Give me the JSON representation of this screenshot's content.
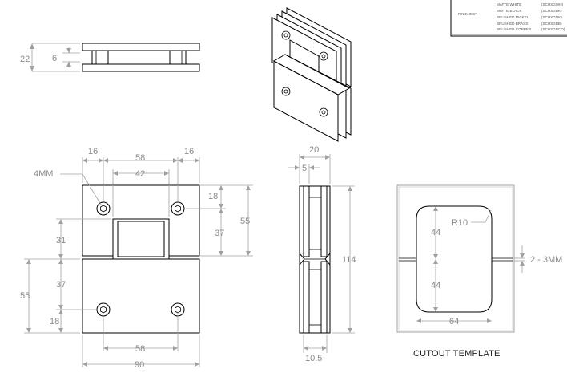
{
  "title_block": {
    "finishes_label": "FINISHES*:",
    "finishes": [
      {
        "name": "MATTE WHITE",
        "code": "(SCHSGWH)"
      },
      {
        "name": "MATTE BLACK",
        "code": "(SCHSGBK)"
      },
      {
        "name": "BRUSHED NICKEL",
        "code": "(SCHSGNK)"
      },
      {
        "name": "BRUSHED BRASS",
        "code": "(SCHSGBB)"
      },
      {
        "name": "BRUSHED COPPER",
        "code": "(SCHSGBCO)"
      }
    ]
  },
  "top_view": {
    "dim_total": "22",
    "dim_gap": "6"
  },
  "front_view": {
    "dim_left": "16",
    "dim_center": "58",
    "dim_right": "16",
    "dim_cutout": "42",
    "screw_label": "4MM",
    "dim_hole_top": "18",
    "dim_upper_total": "55",
    "dim_upper_lower": "37",
    "dim_knuckle": "31",
    "dim_lower_upper": "37",
    "dim_lower_total": "55",
    "dim_hole_bottom": "18",
    "dim_bottom_holes": "58",
    "dim_width": "90"
  },
  "side_view": {
    "dim_depth": "20",
    "dim_plate": "5",
    "dim_height": "114",
    "dim_bottom": "10.5"
  },
  "cutout": {
    "radius_label": "R10",
    "dim_upper": "44",
    "dim_lower": "44",
    "dim_width": "64",
    "dim_gap": "2 - 3MM",
    "title": "CUTOUT TEMPLATE"
  }
}
